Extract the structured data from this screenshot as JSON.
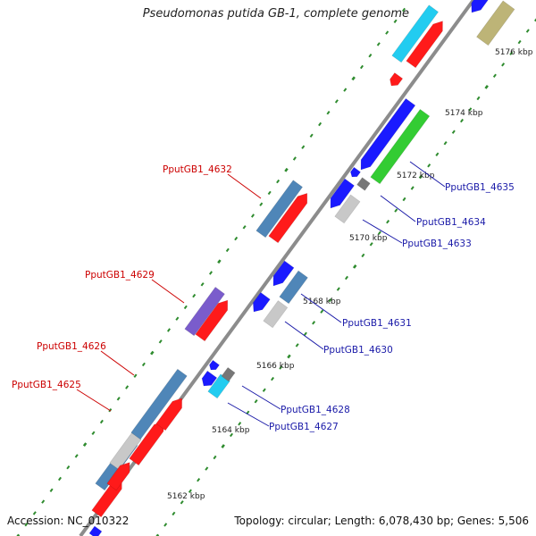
{
  "title": "Pseudomonas putida GB-1, complete genome",
  "accession": "Accession: NC_010322",
  "summary": "Topology: circular; Length: 6,078,430 bp; Genes: 5,506",
  "scale_labels": [
    "5162 kbp",
    "5164 kbp",
    "5166 kbp",
    "5168 kbp",
    "5170 kbp",
    "5172 kbp",
    "5174 kbp",
    "5176 kbp"
  ],
  "gene_labels": {
    "left": [
      "PputGB1_4632",
      "PputGB1_4629",
      "PputGB1_4626",
      "PputGB1_4625"
    ],
    "right": [
      "PputGB1_4635",
      "PputGB1_4634",
      "PputGB1_4633",
      "PputGB1_4631",
      "PputGB1_4630",
      "PputGB1_4628",
      "PputGB1_4627"
    ]
  },
  "colors": {
    "backbone": "#8c8c8c",
    "scale_dots": "#2e8b2e",
    "left_label": "#cc0000",
    "right_label": "#1a1aa8",
    "steelblue": "#4f86b8",
    "red": "#ff1a1a",
    "blue": "#1a1aff",
    "green": "#33cc33",
    "cyan": "#22ccf0",
    "lightgray": "#c8c8c8",
    "darkgray": "#777777",
    "purple": "#7a5ccc",
    "olive": "#bdb477"
  }
}
